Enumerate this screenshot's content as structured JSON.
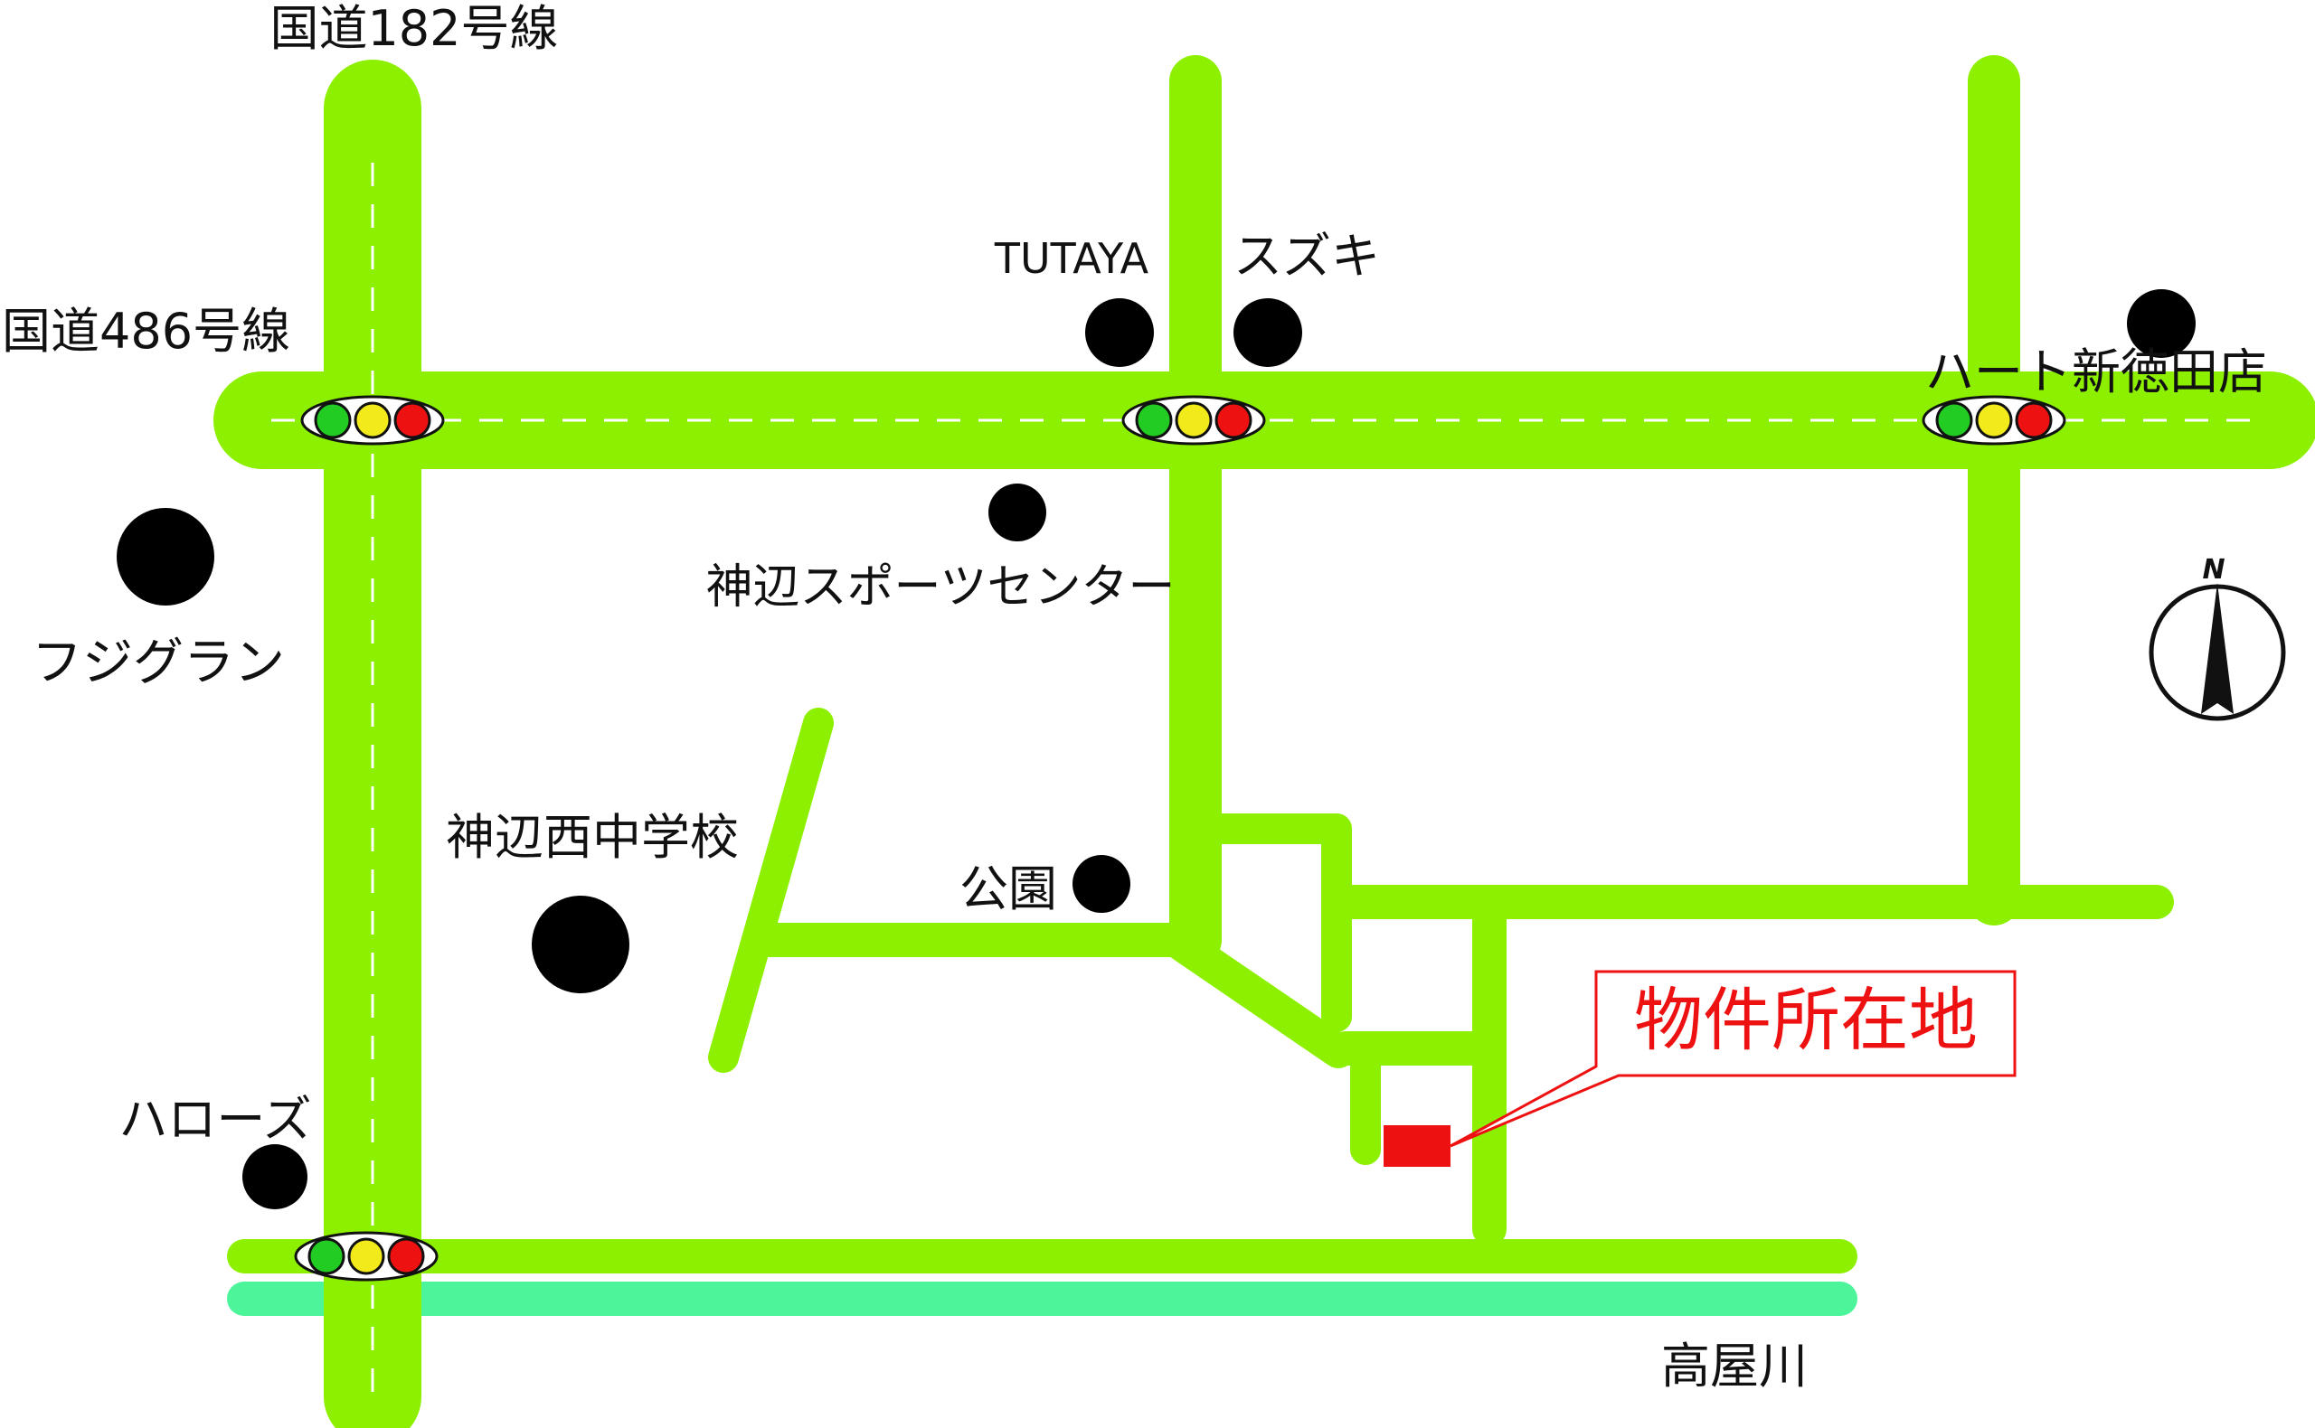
{
  "colors": {
    "road": "#8cf000",
    "river": "#4cf59a",
    "landmark": "#000000",
    "property": "#ee1111",
    "light_green": "#22cc22",
    "light_yellow": "#f2ea1a",
    "light_red": "#ee1111"
  },
  "labels": {
    "route182": "国道182号線",
    "route486": "国道486号線",
    "river": "高屋川",
    "property": "物件所在地",
    "compass_n": "N"
  },
  "landmarks": [
    {
      "id": "tutaya",
      "name": "TUTAYA"
    },
    {
      "id": "suzuki",
      "name": "スズキ"
    },
    {
      "id": "heart",
      "name": "ハート新徳田店"
    },
    {
      "id": "sports",
      "name": "神辺スポーツセンター"
    },
    {
      "id": "fuji",
      "name": "フジグラン"
    },
    {
      "id": "school",
      "name": "神辺西中学校"
    },
    {
      "id": "park",
      "name": "公園"
    },
    {
      "id": "harows",
      "name": "ハローズ"
    }
  ],
  "traffic_lights": 4,
  "icons": {
    "compass": "north-arrow-icon",
    "traffic_light": "traffic-light-icon",
    "landmark": "landmark-dot-icon",
    "property": "property-marker-icon"
  }
}
